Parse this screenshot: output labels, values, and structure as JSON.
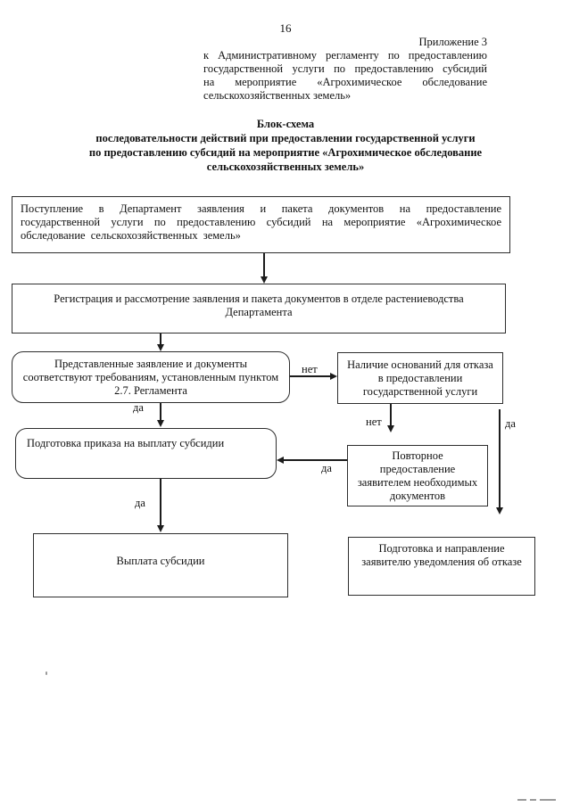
{
  "page": {
    "number": "16",
    "annex": {
      "line1": "Приложение 3",
      "line2": "к Административному регламенту по предоставлению",
      "line3": "государственной услуги по предоставлению субсидий",
      "line4": "на мероприятие «Агрохимическое обследование",
      "line5": "сельскохозяйственных земель»"
    },
    "title": {
      "line1": "Блок-схема",
      "line2": "последовательности действий при предоставлении государственной услуги",
      "line3": "по предоставлению субсидий на мероприятие «Агрохимическое обследование",
      "line4": "сельскохозяйственных земель»"
    }
  },
  "flowchart": {
    "boxes": {
      "intake": "Поступление в Департамент заявления и пакета документов на предоставление государственной услуги по предоставлению субсидий на мероприятие «Агрохимическое обследование сельскохозяйственных земель»",
      "registration": "Регистрация и рассмотрение заявления и пакета документов в отделе растениеводства Департамента",
      "compliance": "Представленные заявление и документы соответствуют требованиям, установленным пунктом 2.7. Регламента",
      "refusal_grounds": "Наличие оснований для отказа в предоставлении государственной услуги",
      "order": "Подготовка приказа на выплату субсидии",
      "resubmission": "Повторное предоставление заявителем необходимых документов",
      "payment": "Выплата субсидии",
      "notice": "Подготовка и направление заявителю уведомления об отказе"
    },
    "labels": {
      "no_to_refusal": "нет",
      "yes_to_order": "да",
      "no_to_resubmission": "нет",
      "yes_to_notice": "да",
      "yes_resubmission_to_order": "да",
      "yes_to_payment": "да"
    }
  }
}
